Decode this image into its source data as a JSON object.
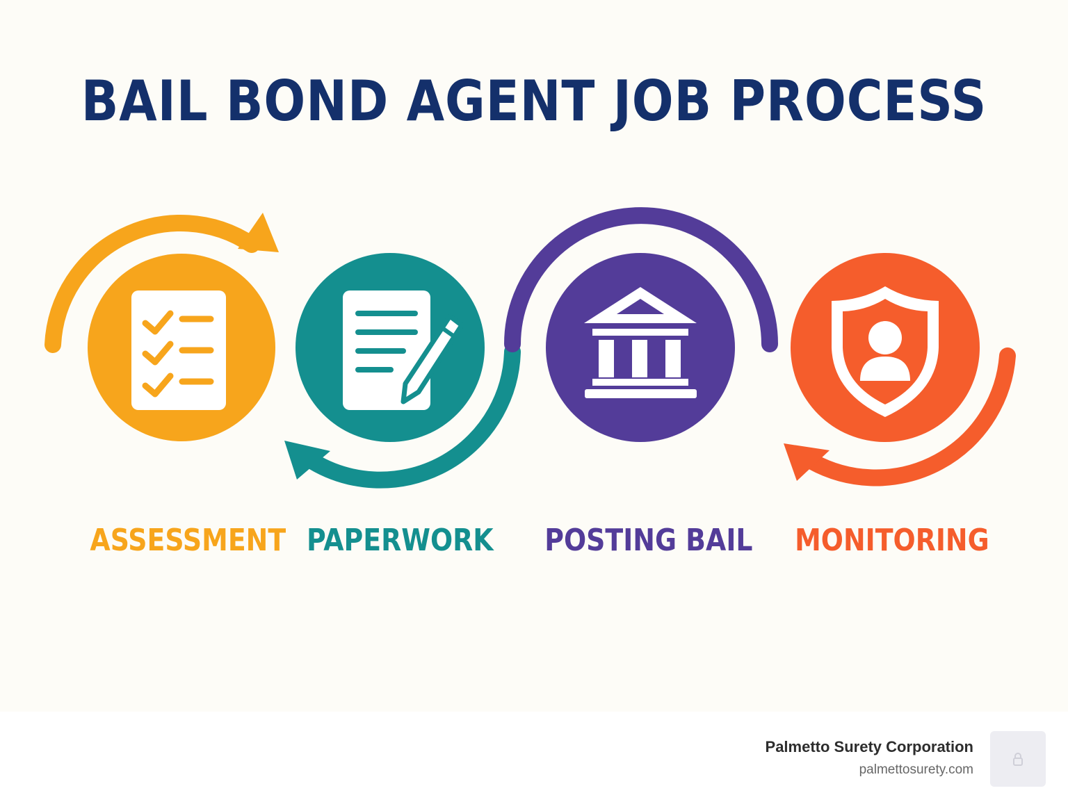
{
  "title": "BAIL BOND AGENT JOB PROCESS",
  "steps": [
    {
      "label": "ASSESSMENT",
      "color": "#f7a51c",
      "icon": "checklist-icon"
    },
    {
      "label": "PAPERWORK",
      "color": "#148f8f",
      "icon": "document-pencil-icon"
    },
    {
      "label": "POSTING BAIL",
      "color": "#533c99",
      "icon": "courthouse-icon"
    },
    {
      "label": "MONITORING",
      "color": "#f55d2c",
      "icon": "shield-person-icon"
    }
  ],
  "footer": {
    "company": "Palmetto Surety Corporation",
    "url": "palmettosurety.com",
    "logo_icon": "lock-icon"
  },
  "colors": {
    "title": "#14306b",
    "background": "#fdfcf7"
  }
}
